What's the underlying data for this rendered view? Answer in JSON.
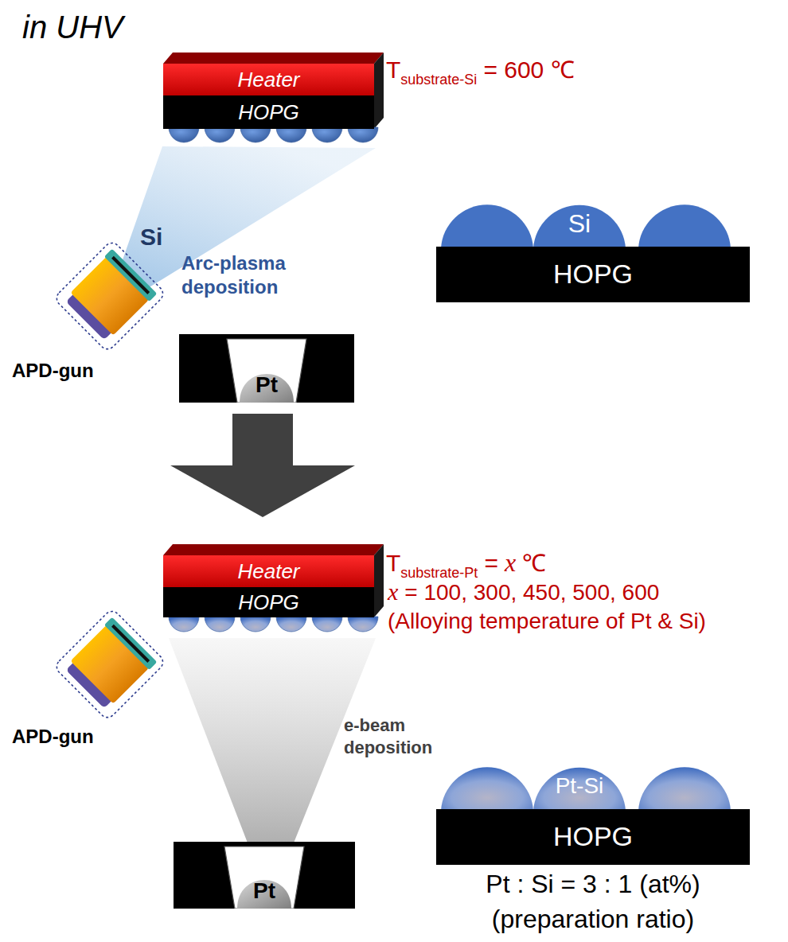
{
  "diagram": {
    "nodes": [
      {
        "text": [
          "Heater"
        ]
      },
      {
        "text": [
          "HOPG"
        ]
      },
      {
        "text": [
          "Si"
        ]
      },
      {
        "text": [
          "HOPG"
        ]
      },
      {
        "text": [
          "Pt"
        ]
      },
      {
        "text": [
          "Heater"
        ]
      },
      {
        "text": [
          "HOPG"
        ]
      },
      {
        "text": [
          "Pt-Si"
        ]
      },
      {
        "text": [
          "HOPG"
        ]
      },
      {
        "text": [
          "Pt"
        ]
      }
    ],
    "labels": [
      "in UHV",
      "T",
      "substrate-Si",
      "= 600 ℃",
      "Si",
      "Arc-plasma deposition",
      "APD-gun",
      "T",
      "substrate-Pt",
      "=",
      "x",
      "℃",
      "x",
      "= 100, 300, 450, 500, 600",
      "(Alloying temperature of Pt & Si)",
      "APD-gun",
      "e-beam deposition",
      "Pt : Si = 3 : 1 (at%)",
      "(preparation ratio)"
    ]
  }
}
